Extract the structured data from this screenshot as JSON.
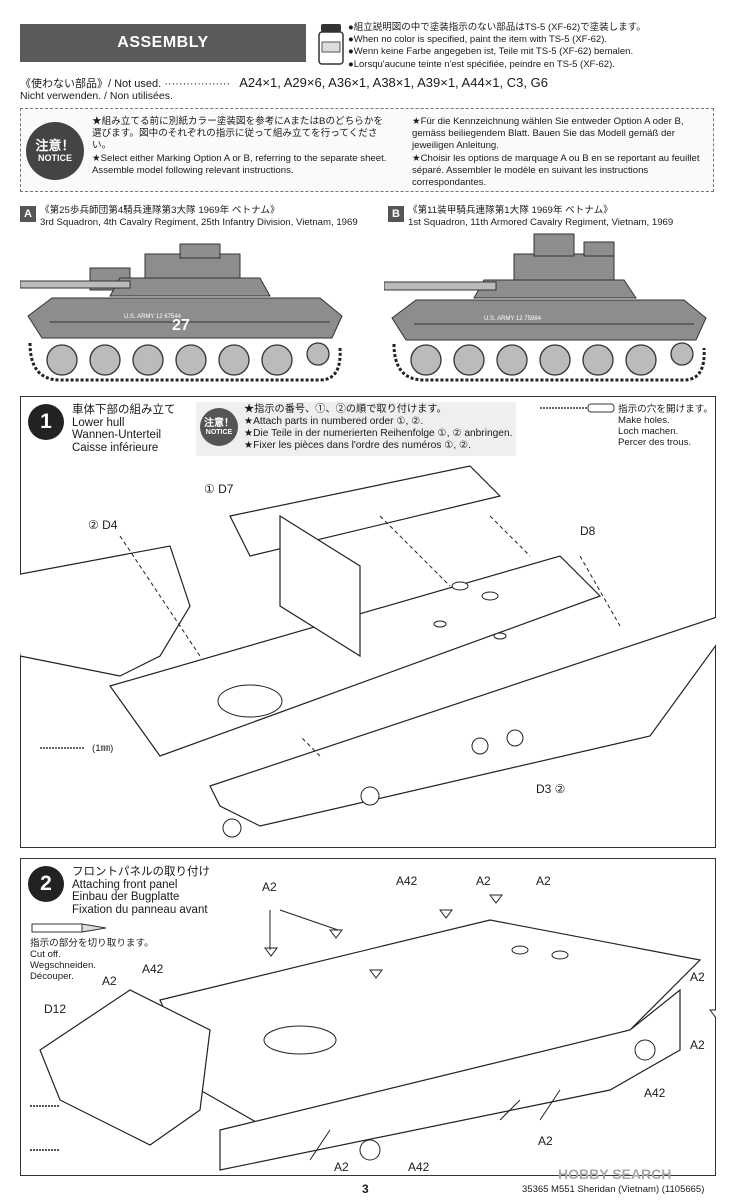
{
  "header": {
    "title": "ASSEMBLY",
    "paint_note": [
      "●組立説明図の中で塗装指示のない部品はTS-5 (XF-62)で塗装します。",
      "●When no color is specified, paint the item with TS-5 (XF-62).",
      "●Wenn keine Farbe angegeben ist, Teile mit TS-5 (XF-62) bemalen.",
      "●Lorsqu'aucune teinte n'est spécifiée, peindre en TS-5 (XF-62)."
    ]
  },
  "not_used": {
    "label": "《使わない部品》/ Not used.",
    "dots": "··················",
    "parts": "A24×1, A29×6, A36×1, A38×1, A39×1, A44×1, C3, G6",
    "label2": "Nicht verwenden. / Non utilisées."
  },
  "notice": {
    "badge_jp": "注意！",
    "badge_en": "NOTICE",
    "left": [
      "★組み立てる前に別紙カラー塗装図を参考にAまたはBのどちらかを選びます。図中のそれぞれの指示に従って組み立てを行ってください。",
      "★Select either Marking Option A or B, referring to the separate sheet. Assemble model following relevant instructions."
    ],
    "right": [
      "★Für die Kennzeichnung wählen Sie entweder Option A oder B, gemäss beiliegendem Blatt. Bauen Sie das Modell gemäß der jeweiligen Anleitung.",
      "★Choisir les options de marquage A ou B en se reportant au feuillet séparé. Assembler le modèle en suivant les instructions correspondantes."
    ]
  },
  "options": [
    {
      "letter": "A",
      "jp": "《第25歩兵師団第4騎兵連隊第3大隊 1969年 ベトナム》",
      "en": "3rd Squadron, 4th Cavalry Regiment, 25th Infantry Division, Vietnam, 1969",
      "tank_number": "27",
      "hull_text": "U.S. ARMY 12 67544"
    },
    {
      "letter": "B",
      "jp": "《第11装甲騎兵連隊第1大隊 1969年 ベトナム》",
      "en": "1st Squadron, 11th Armored Cavalry Regiment, Vietnam, 1969",
      "tank_number": "",
      "hull_text": "U.S. ARMY 12 75984"
    }
  ],
  "step1": {
    "number": "1",
    "title": [
      "車体下部の組み立て",
      "Lower hull",
      "Wannen-Unterteil",
      "Caisse inférieure"
    ],
    "notice_jp": "注意！",
    "notice_en": "NOTICE",
    "instructions": [
      "★指示の番号、①、②の順で取り付けます。",
      "★Attach parts in numbered order ①, ②.",
      "★Die Teile in der numerierten Reihenfolge ①, ② anbringen.",
      "★Fixer les pièces dans l'ordre des numéros ①, ②."
    ],
    "holes": [
      "指示の穴を開けます。",
      "Make holes.",
      "Loch machen.",
      "Percer des trous."
    ],
    "labels": {
      "d7": "① D7",
      "d4": "② D4",
      "d8": "D8",
      "d3": "D3 ②",
      "drill": "(1㎜)"
    }
  },
  "step2": {
    "number": "2",
    "title": [
      "フロントパネルの取り付け",
      "Attaching front panel",
      "Einbau der Bugplatte",
      "Fixation du panneau avant"
    ],
    "cut": [
      "指示の部分を切り取ります。",
      "Cut off.",
      "Wegschneiden.",
      "Découper."
    ],
    "labels": {
      "a2": "A2",
      "a42": "A42",
      "d12": "D12"
    }
  },
  "footer": {
    "page": "3",
    "code": "35365  M551 Sheridan (Vietnam) (1105665)",
    "watermark": "HOBBY SEARCH"
  },
  "colors": {
    "banner": "#5a5a5a",
    "badge": "#444444",
    "line": "#333333"
  }
}
